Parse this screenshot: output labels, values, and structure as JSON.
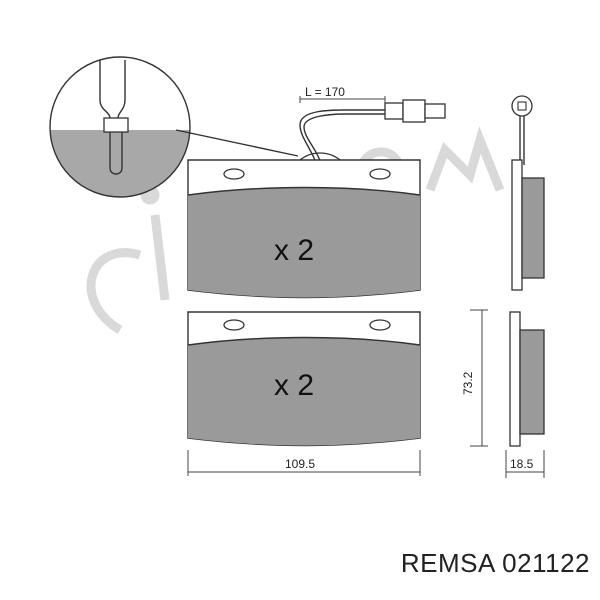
{
  "diagram": {
    "wear_sensor_length_label": "L = 170",
    "top_pad_quantity": "x 2",
    "bottom_pad_quantity": "x 2",
    "height_dimension": "73.2",
    "width_dimension": "109.5",
    "thickness_dimension": "18.5",
    "watermark": "cifam"
  },
  "caption": "REMSA 021122",
  "colors": {
    "friction_material": "#9a9a9a",
    "line": "#333333",
    "watermark": "#d9d9d9"
  }
}
